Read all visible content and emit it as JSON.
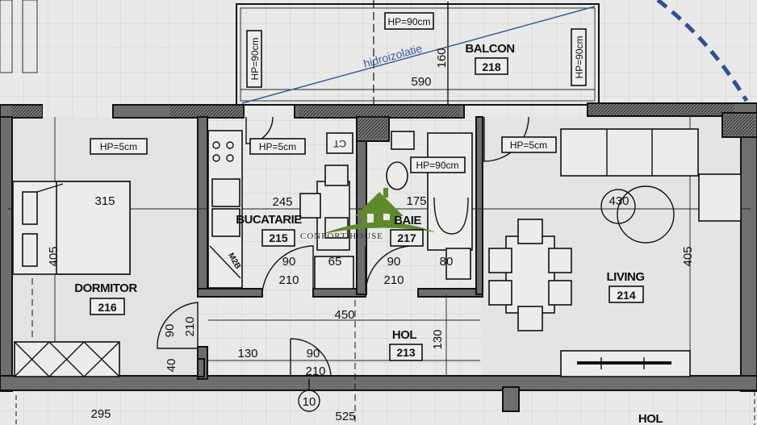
{
  "balcony": {
    "name": "BALCON",
    "number": "218",
    "hp_top": "HP=90cm",
    "hp_left": "HP=90cm",
    "hp_right": "HP=90cm",
    "note": "hidroizolatie",
    "width": "590",
    "depth": "160"
  },
  "bedroom": {
    "name": "DORMITOR",
    "number": "216",
    "hp": "HP=5cm",
    "width": "315",
    "length": "405",
    "door_width": "90",
    "door_height": "210",
    "jamb": "40"
  },
  "kitchen": {
    "name": "BUCATARIE",
    "number": "215",
    "hp": "HP=5cm",
    "ct": "CT",
    "width": "245",
    "door_width": "90",
    "door_height": "210",
    "niche": "65",
    "appliance": "M2B"
  },
  "bathroom": {
    "name": "BAIE",
    "number": "217",
    "hp": "HP=90cm",
    "width": "175",
    "door_width": "90",
    "door_height": "210",
    "niche": "80"
  },
  "hall": {
    "name": "HOL",
    "number": "213",
    "length": "450",
    "width": "130",
    "depth": "130",
    "entry_door_width": "90",
    "entry_door_height": "210",
    "entry_marker": "10"
  },
  "living": {
    "name": "LIVING",
    "number": "214",
    "hp": "HP=5cm",
    "width": "430",
    "length": "405"
  },
  "below": {
    "dim_left": "295",
    "dim_right": "525",
    "hall_label": "HOL"
  },
  "watermark": {
    "text": "CONFORT HOUSE",
    "color": "#5e8a2a"
  },
  "colors": {
    "wall": "#6e6e6e",
    "floor": "#e6e6e4",
    "annotation": "#3a5a9a"
  }
}
